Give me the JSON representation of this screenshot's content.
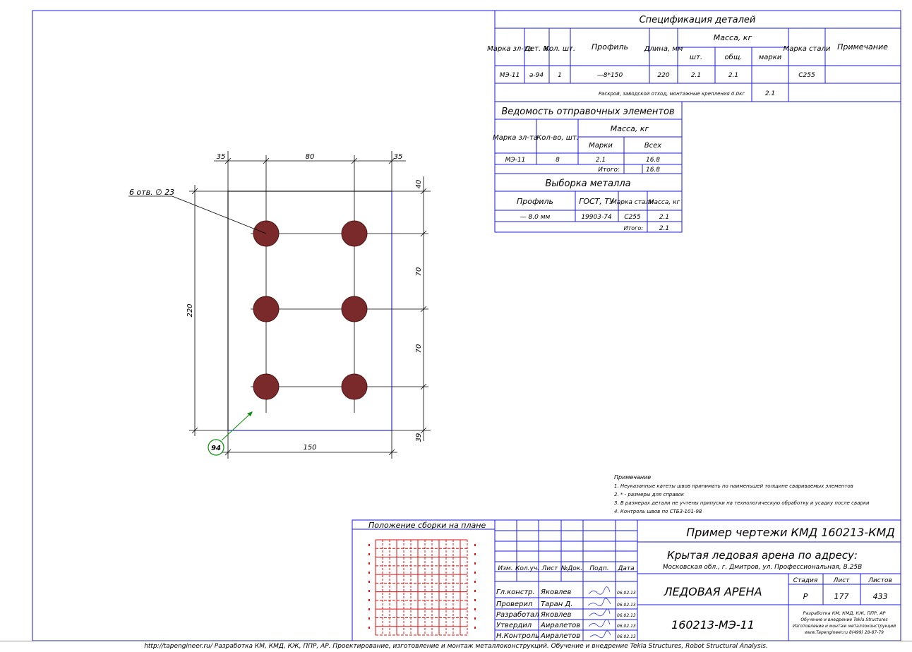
{
  "spec": {
    "title": "Спецификация деталей",
    "headers": {
      "marka": "Марка зл-та",
      "det": "Дет. N",
      "kol": "Кол. шт.",
      "profile": "Профиль",
      "length": "Длина, мм",
      "mass": "Масса, кг",
      "mass_sht": "шт.",
      "mass_obsh": "общ.",
      "mass_marki": "марки",
      "steel": "Марка стали",
      "note": "Примечание"
    },
    "row": {
      "marka": "МЭ-11",
      "det": "а-94",
      "kol": "1",
      "profile": "—8*150",
      "length": "220",
      "sht": "2.1",
      "obsh": "2.1",
      "marki": "",
      "steel": "С255",
      "note": ""
    },
    "extra_label": "Раскрой, заводской отход, монтажные крепления 0.0кг",
    "extra_value": "2.1"
  },
  "ship": {
    "title": "Ведомость отправочных элементов",
    "headers": {
      "marka": "Марка зл-та",
      "kol": "Кол-во, шт.",
      "mass": "Масса, кг",
      "marki": "Марки",
      "all": "Всех"
    },
    "row": {
      "marka": "МЭ-11",
      "kol": "8",
      "marki": "2.1",
      "all": "16.8"
    },
    "total_label": "Итого:",
    "total_value": "16.8"
  },
  "metal": {
    "title": "Выборка металла",
    "headers": {
      "profile": "Профиль",
      "gost": "ГОСТ, ТУ",
      "steel": "Марка стали",
      "mass": "Масса, кг"
    },
    "row": {
      "profile": "— 8.0 мм",
      "gost": "19903-74",
      "steel": "С255",
      "mass": "2.1"
    },
    "total_label": "Итого:",
    "total_value": "2.1"
  },
  "drawing": {
    "dims": {
      "top_left": "35",
      "top_mid": "80",
      "top_right": "35",
      "right_top": "40",
      "right_mid1": "70",
      "right_mid2": "70",
      "right_bottom": "39",
      "left_height": "220",
      "bottom_width": "150"
    },
    "hole_label": "6 отв. ∅ 23",
    "part_marker": "94"
  },
  "notes": {
    "title": "Примечание",
    "items": [
      "1. Неуказанные катеты швов принимать по наименьшей толщине свариваемых элементов",
      "2. * - размеры для справок",
      "3. В размерах детали не учтены припуски на технологическую обработку и усадку после сварки",
      "4. Контроль швов по СТБ3-101-98"
    ]
  },
  "titleblock": {
    "plan_label": "Положение сборки на плане",
    "rev_headers": [
      "Изм.",
      "Кол.уч.",
      "Лист",
      "№Док.",
      "Подп.",
      "Дата"
    ],
    "people": [
      {
        "role": "Гл.констр.",
        "name": "Яковлев",
        "date": "06.02.13"
      },
      {
        "role": "Проверил",
        "name": "Таран Д.",
        "date": "06.02.13"
      },
      {
        "role": "Разработал",
        "name": "Яковлев",
        "date": "06.02.13"
      },
      {
        "role": "Утвердил",
        "name": "Аиралетов",
        "date": "06.02.13"
      },
      {
        "role": "Н.Контроль",
        "name": "Аиралетов",
        "date": "06.02.13"
      }
    ],
    "doc_title": "Пример чертежи КМД  160213-КМД",
    "project_title": "Крытая ледовая арена по адресу:",
    "address": "Московская обл., г. Дмитров, ул. Профессиональная, В.25В",
    "sheet_name": "ЛЕДОВАЯ АРЕНА",
    "stage_label": "Стадия",
    "sheet_label": "Лист",
    "sheets_label": "Листов",
    "stage": "Р",
    "sheet": "177",
    "sheets": "433",
    "code": "160213-МЭ-11",
    "company_lines": [
      "Разработка КМ, КМД, КЖ, ППР, АР",
      "Обучение и внедрение Tekla Structures",
      "Изготовление и монтаж металлоконструкций",
      "www.Tapengineer.ru            8(499) 28-87-79"
    ]
  },
  "footer": "http://tapengineer.ru/  Разработка КМ, КМД, КЖ, ППР, АР. Проектирование, изготовление и монтаж металлоконструкций. Обучение и внедрение Tekla Structures, Robot Structural Analysis."
}
